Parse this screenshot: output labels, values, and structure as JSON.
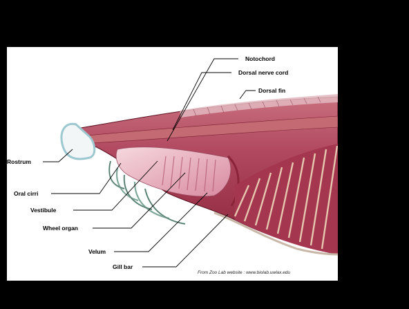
{
  "slide": {
    "background_color": "#000000",
    "panel_color": "#ffffff"
  },
  "labels": {
    "notochord": "Notochord",
    "dorsal_nerve_cord": "Dorsal nerve cord",
    "dorsal_fin": "Dorsal fin",
    "rostrum": "Rostrum",
    "oral_cirri": "Oral cirri",
    "vestibule": "Vestibule",
    "wheel_organ": "Wheel organ",
    "velum": "Velum",
    "gill_bar": "Gill bar"
  },
  "credit": "From Zoo Lab website : www.biolab.uwlax.edu",
  "colors": {
    "tissue_main": "#b04860",
    "tissue_dark": "#7a1e32",
    "tissue_light": "#e8a8b4",
    "cirri": "#7fa89a",
    "rostrum_edge": "#9cc8d0",
    "gill_bar": "#e6c8b0"
  }
}
